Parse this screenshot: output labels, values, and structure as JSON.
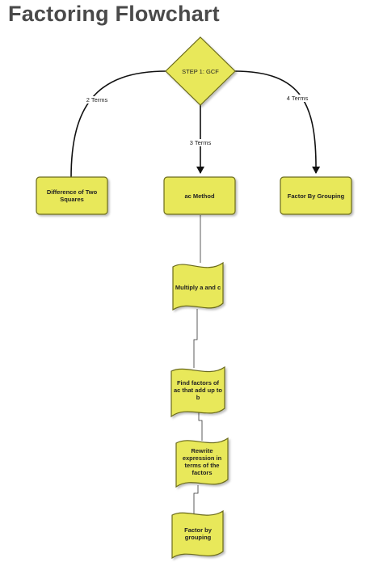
{
  "title": "Factoring Flowchart",
  "colors": {
    "node_fill": "#e8e85a",
    "node_stroke": "#6b6b1a",
    "edge": "#111111"
  },
  "nodes": {
    "gcf": "STEP 1: GCF",
    "diff_squares": "Difference of Two Squares",
    "ac_method": "ac Method",
    "grouping": "Factor By Grouping",
    "multiply": "Multiply a and c",
    "find_factors": "Find factors of ac that add up to b",
    "rewrite": "Rewrite expression in terms of the factors",
    "factor_grouping": "Factor by grouping"
  },
  "edges": {
    "left_label": "2 Terms",
    "mid_label": "3 Terms",
    "right_label": "4 Terms"
  }
}
